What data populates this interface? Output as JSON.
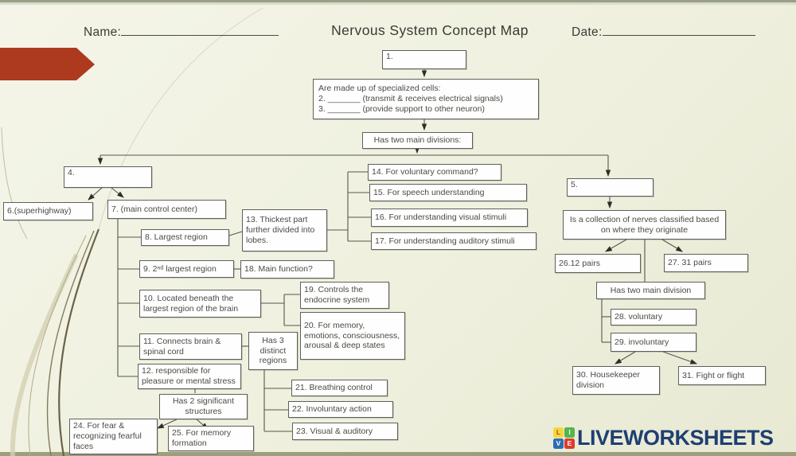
{
  "header": {
    "name_label": "Name:",
    "title": "Nervous System Concept Map",
    "date_label": "Date:"
  },
  "diagram": {
    "n1": "1.",
    "cells": {
      "l1": "Are made up of specialized cells:",
      "l2": "2. _______ (transmit & receives electrical signals)",
      "l3": "3. _______ (provide support to other neuron)"
    },
    "divisions": "Has two main divisions:",
    "n4": "4.",
    "n6": "6.(superhighway)",
    "n7": "7. (main control center)",
    "n8": "8. Largest region",
    "n13": "13. Thickest part further divided into lobes.",
    "n14": "14. For voluntary command?",
    "n15": "15. For speech understanding",
    "n16": "16. For understanding visual stimuli",
    "n17": "17. For understanding auditory stimuli",
    "n9": "9. 2ⁿᵈ largest region",
    "n18": "18. Main function?",
    "n10": "10. Located beneath the largest region of the brain",
    "n19": "19. Controls the endocrine system",
    "n20": "20. For memory, emotions, consciousness, arousal & deep states",
    "n11": "11. Connects brain & spinal cord",
    "has3": "Has 3 distinct regions",
    "n12": "12. responsible for pleasure or mental stress",
    "has2": "Has 2 significant structures",
    "n21": "21. Breathing control",
    "n22": "22. Involuntary action",
    "n23": "23. Visual & auditory",
    "n24": "24. For fear & recognizing fearful faces",
    "n25": "25. For memory formation",
    "n5": "5.",
    "collection": "Is a collection of nerves classified based on where they originate",
    "n26": "26.12 pairs",
    "n27": "27. 31 pairs",
    "division2": "Has two main division",
    "n28": "28. voluntary",
    "n29": "29. involuntary",
    "n30": "30. Housekeeper division",
    "n31": "31. Fight or flight"
  },
  "footer": {
    "brand": "LIVEWORKSHEETS",
    "tiles": [
      {
        "letter": "L",
        "bg": "#f3d93b",
        "fg": "#d23b2a"
      },
      {
        "letter": "I",
        "bg": "#56b44c",
        "fg": "#ffffff"
      },
      {
        "letter": "V",
        "bg": "#2e6cb5",
        "fg": "#ffffff"
      },
      {
        "letter": "E",
        "bg": "#dd3b2d",
        "fg": "#ffffff"
      }
    ]
  },
  "colors": {
    "accent_arrow": "#ad3a1f",
    "brand_navy": "#1e3f72",
    "box_border": "#60605a",
    "connector_line": "#56564e",
    "background": "#eff0de"
  }
}
